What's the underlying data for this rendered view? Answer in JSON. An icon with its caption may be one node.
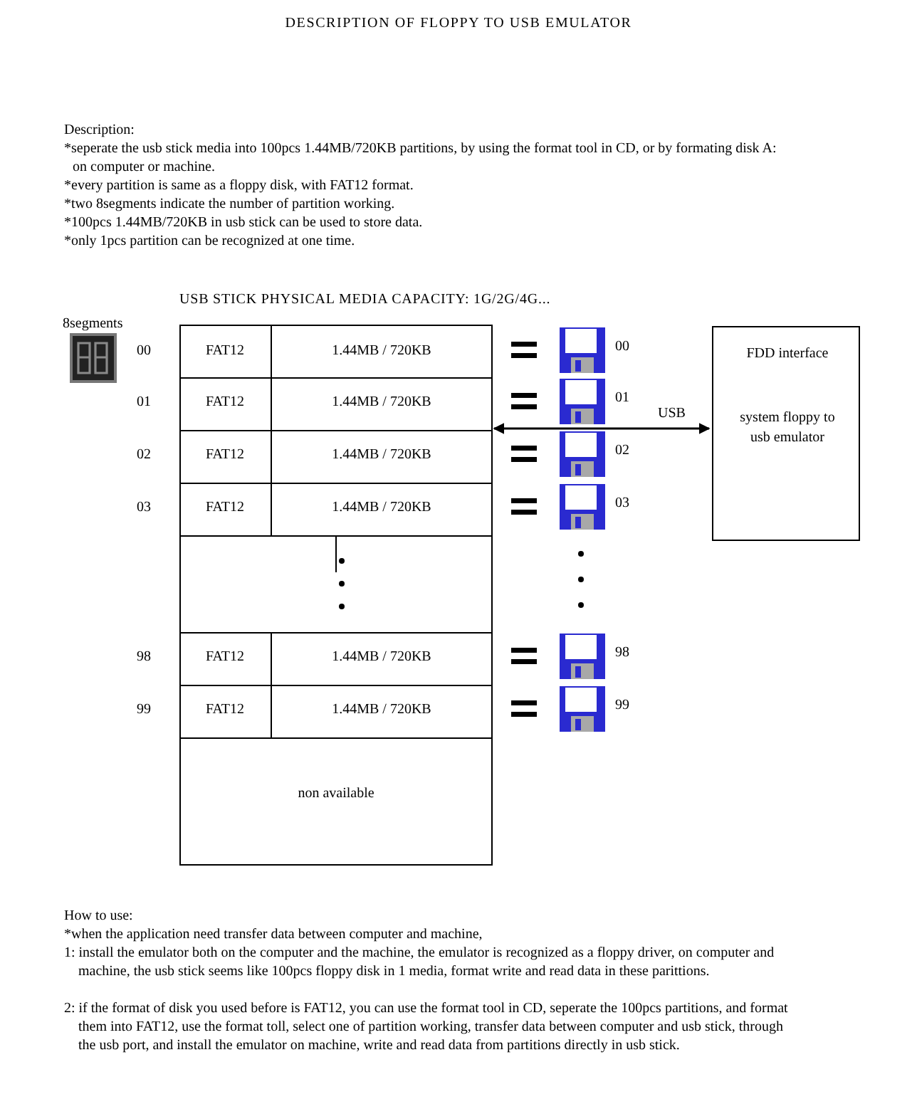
{
  "diagram": {
    "title": "DESCRIPTION OF FLOPPY TO USB EMULATOR",
    "nodes": [
      {
        "text": [
          "USB STICK PHYSICAL MEDIA CAPACITY: 1G/2G/4G..."
        ]
      },
      {
        "text": [
          "FDD interface",
          "system floppy to usb emulator"
        ]
      }
    ],
    "edges": [
      {
        "from": 0,
        "to": 1,
        "arrow": "both",
        "label": "USB"
      }
    ],
    "labels": [
      "Description:",
      "*seperate the usb stick media into 100pcs 1.44MB/720KB partitions, by using the format tool in CD, or by formating disk A: on computer or machine.",
      "*every partition is same as a floppy disk, with FAT12 format.",
      "*two 8segments indicate the number of partition working.",
      "*100pcs 1.44MB/720KB in usb stick can be used to store data.",
      "*only 1pcs partition can be recognized at one time.",
      "8segments",
      "00",
      "FAT12",
      "1.44MB / 720KB",
      "00",
      "01",
      "FAT12",
      "1.44MB / 720KB",
      "01",
      "02",
      "FAT12",
      "1.44MB / 720KB",
      "02",
      "03",
      "FAT12",
      "1.44MB / 720KB",
      "03",
      "98",
      "FAT12",
      "1.44MB / 720KB",
      "98",
      "99",
      "FAT12",
      "1.44MB / 720KB",
      "99",
      "non available",
      "How to use:",
      "*when the application need transfer data between computer and machine,",
      "1: install the emulator both on the computer and the machine, the emulator is recognized as a floppy driver, on computer and machine, the usb stick seems like 100pcs floppy disk in 1 media, format write and read data in these parittions.",
      "2: if the format of disk you used before is FAT12, you can use the format tool in CD, seperate the 100pcs partitions, and format them into FAT12, use the format toll, select one of partition working, transfer data between computer and usb stick, through the usb port, and install the emulator on machine, write and read data from partitions directly in usb stick."
    ]
  }
}
